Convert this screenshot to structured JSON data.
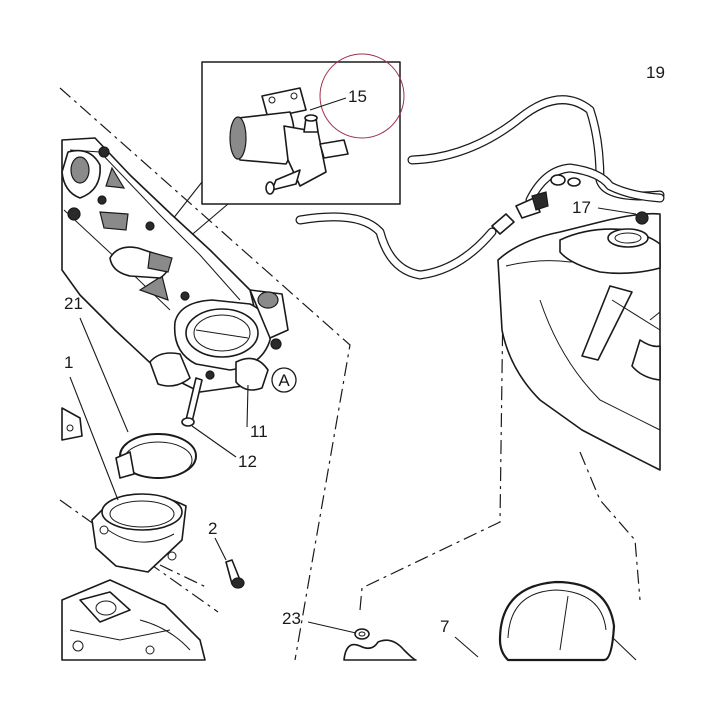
{
  "callouts": {
    "c1": "1",
    "c2": "2",
    "c7": "7",
    "c11": "11",
    "c12": "12",
    "c15": "15",
    "c17": "17",
    "c19": "19",
    "c21": "21",
    "c23": "23",
    "ref_a": "A"
  },
  "colors": {
    "line": "#1a1a1a",
    "highlight_circle": "#a0304a",
    "background": "#ffffff"
  }
}
